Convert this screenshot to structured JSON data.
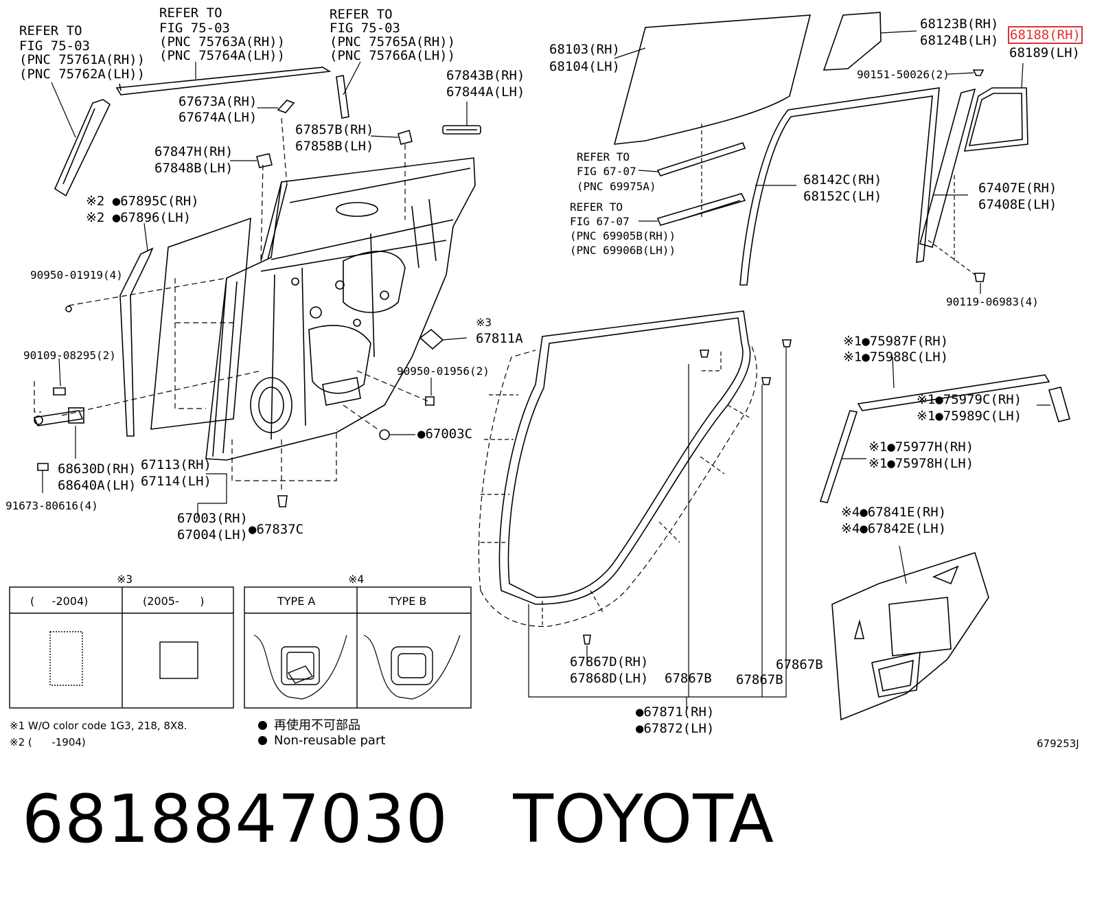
{
  "labels": {
    "refer_a_1": "REFER TO",
    "refer_a_2": "FIG 75-03",
    "refer_a_3": "(PNC 75761A(RH))",
    "refer_a_4": "(PNC 75762A(LH))",
    "refer_b_1": "REFER TO",
    "refer_b_2": "FIG 75-03",
    "refer_b_3": "(PNC 75763A(RH))",
    "refer_b_4": "(PNC 75764A(LH))",
    "refer_c_1": "REFER TO",
    "refer_c_2": "FIG 75-03",
    "refer_c_3": "(PNC 75765A(RH))",
    "refer_c_4": "(PNC 75766A(LH))",
    "p67673": "67673A(RH)",
    "p67674": "67674A(LH)",
    "p67843": "67843B(RH)",
    "p67844": "67844A(LH)",
    "p67857": "67857B(RH)",
    "p67858": "67858B(LH)",
    "p67847": "67847H(RH)",
    "p67848": "67848B(LH)",
    "p67895": "※2 ●67895C(RH)",
    "p67896": "※2 ●67896(LH)",
    "p90950_01919": "90950-01919(4)",
    "p90109": "90109-08295(2)",
    "p67811_mark": "※3",
    "p67811": "67811A",
    "p90950_01956": "90950-01956(2)",
    "p67003c": "●67003C",
    "p68630": "68630D(RH)",
    "p68640": "68640A(LH)",
    "p67113": "67113(RH)",
    "p67114": "67114(LH)",
    "p91673": "91673-80616(4)",
    "p67003": "67003(RH)",
    "p67004": "67004(LH)",
    "p67837": "●67837C",
    "p68103": "68103(RH)",
    "p68104": "68104(LH)",
    "p68123": "68123B(RH)",
    "p68124": "68124B(LH)",
    "p68188": "68188(RH)",
    "p68189": "68189(LH)",
    "p90151": "90151-50026(2)",
    "refer_d_1": "REFER TO",
    "refer_d_2": "FIG 67-07",
    "refer_d_3": "(PNC 69975A)",
    "refer_e_1": "REFER TO",
    "refer_e_2": "FIG 67-07",
    "refer_e_3": "(PNC 69905B(RH))",
    "refer_e_4": "(PNC 69906B(LH))",
    "p68142": "68142C(RH)",
    "p68152": "68152C(LH)",
    "p67407": "67407E(RH)",
    "p67408": "67408E(LH)",
    "p90119": "90119-06983(4)",
    "p75987": "※1●75987F(RH)",
    "p75988": "※1●75988C(LH)",
    "p75979": "※1●75979C(RH)",
    "p75989": "※1●75989C(LH)",
    "p75977": "※1●75977H(RH)",
    "p75978": "※1●75978H(LH)",
    "p67841": "※4●67841E(RH)",
    "p67842": "※4●67842E(LH)",
    "p67867d": "67867D(RH)",
    "p67868d": "67868D(LH)",
    "p67867b_1": "67867B",
    "p67867b_2": "67867B",
    "p67867b_3": "67867B",
    "p67871": "●67871(RH)",
    "p67872": "●67872(LH)"
  },
  "table3": {
    "mark": "※3",
    "col1": "(     -2004)",
    "col2": "(2005-      )"
  },
  "table4": {
    "mark": "※4",
    "col1": "TYPE A",
    "col2": "TYPE B"
  },
  "notes": {
    "n1": "※1 W/O color code 1G3, 218, 8X8.",
    "n2": "※2 (      -1904)"
  },
  "legend": {
    "jp": "再使用不可部品",
    "en": "Non-reusable part"
  },
  "figure_code": "679253J",
  "part_title": "6818847030   TOYOTA",
  "colors": {
    "highlight": "#e03030",
    "line": "#000000",
    "background": "#ffffff"
  }
}
